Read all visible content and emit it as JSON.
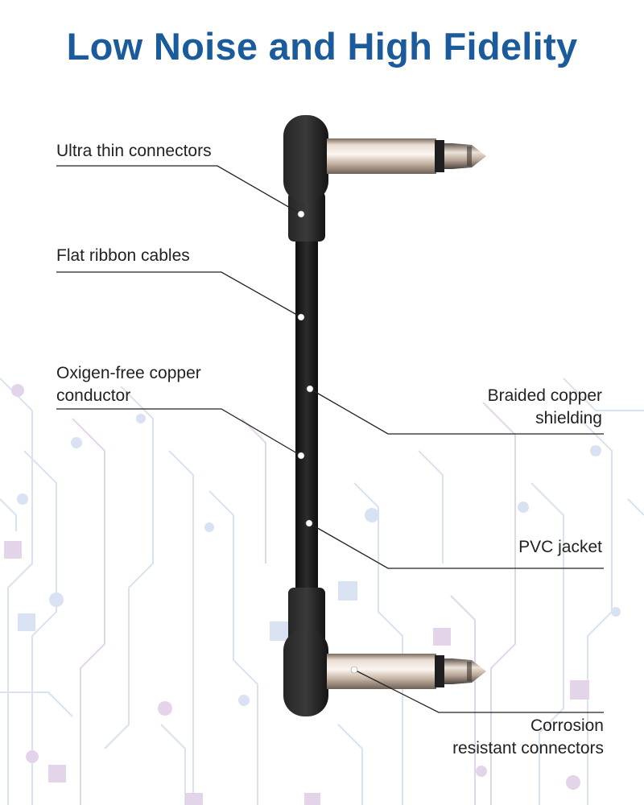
{
  "title": "Low Noise and High Fidelity",
  "colors": {
    "title": "#1b5b9c",
    "line": "#222222",
    "cable": "#1a1a1a",
    "circuit": "#d8e2f2",
    "circuit_accent": "#e4d4ea",
    "metal": "#d9c8b8"
  },
  "callouts": {
    "ultra_thin": {
      "lines": [
        "Ultra thin connectors"
      ]
    },
    "flat_ribbon": {
      "lines": [
        "Flat ribbon cables"
      ]
    },
    "oxygen_free": {
      "lines": [
        "Oxigen-free copper",
        "conductor"
      ]
    },
    "braided": {
      "lines": [
        "Braided copper",
        "shielding"
      ]
    },
    "pvc": {
      "lines": [
        "PVC jacket"
      ]
    },
    "corrosion": {
      "lines": [
        "Corrosion",
        "resistant connectors"
      ]
    }
  }
}
